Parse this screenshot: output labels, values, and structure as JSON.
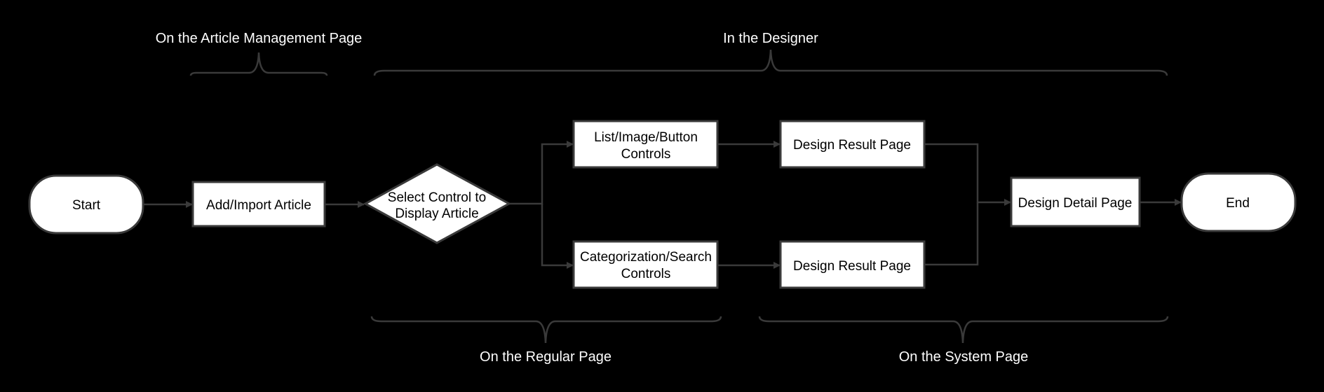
{
  "nodes": {
    "start": "Start",
    "add_import": "Add/Import Article",
    "select_control_line1": "Select Control to",
    "select_control_line2": "Display Article",
    "list_controls_line1": "List/Image/Button",
    "list_controls_line2": "Controls",
    "category_controls_line1": "Categorization/Search",
    "category_controls_line2": "Controls",
    "design_result_top": "Design Result Page",
    "design_result_bottom": "Design Result Page",
    "design_detail": "Design Detail Page",
    "end": "End"
  },
  "groups": {
    "article_management": "On the Article Management Page",
    "designer": "In the Designer",
    "regular_page": "On the Regular Page",
    "system_page": "On the System Page"
  }
}
